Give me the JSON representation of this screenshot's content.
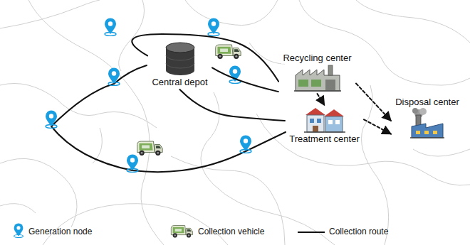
{
  "diagram": {
    "nodes": [
      {
        "text": [
          "Central depot"
        ]
      },
      {
        "text": [
          "Recycling center"
        ]
      },
      {
        "text": [
          "Treatment center"
        ]
      },
      {
        "text": [
          "Disposal center"
        ]
      }
    ],
    "edges": [
      {
        "from": 0,
        "to": 1,
        "arrow": "none"
      },
      {
        "from": 0,
        "to": 1,
        "arrow": "none"
      },
      {
        "from": 0,
        "to": 2,
        "arrow": "none"
      },
      {
        "from": 1,
        "to": 2,
        "arrow": "to"
      },
      {
        "from": 1,
        "to": 3,
        "arrow": "to"
      },
      {
        "from": 2,
        "to": 3,
        "arrow": "to"
      }
    ],
    "legend": [
      {
        "text": "Generation node"
      },
      {
        "text": "Collection vehicle"
      },
      {
        "text": "Collection route"
      }
    ]
  }
}
